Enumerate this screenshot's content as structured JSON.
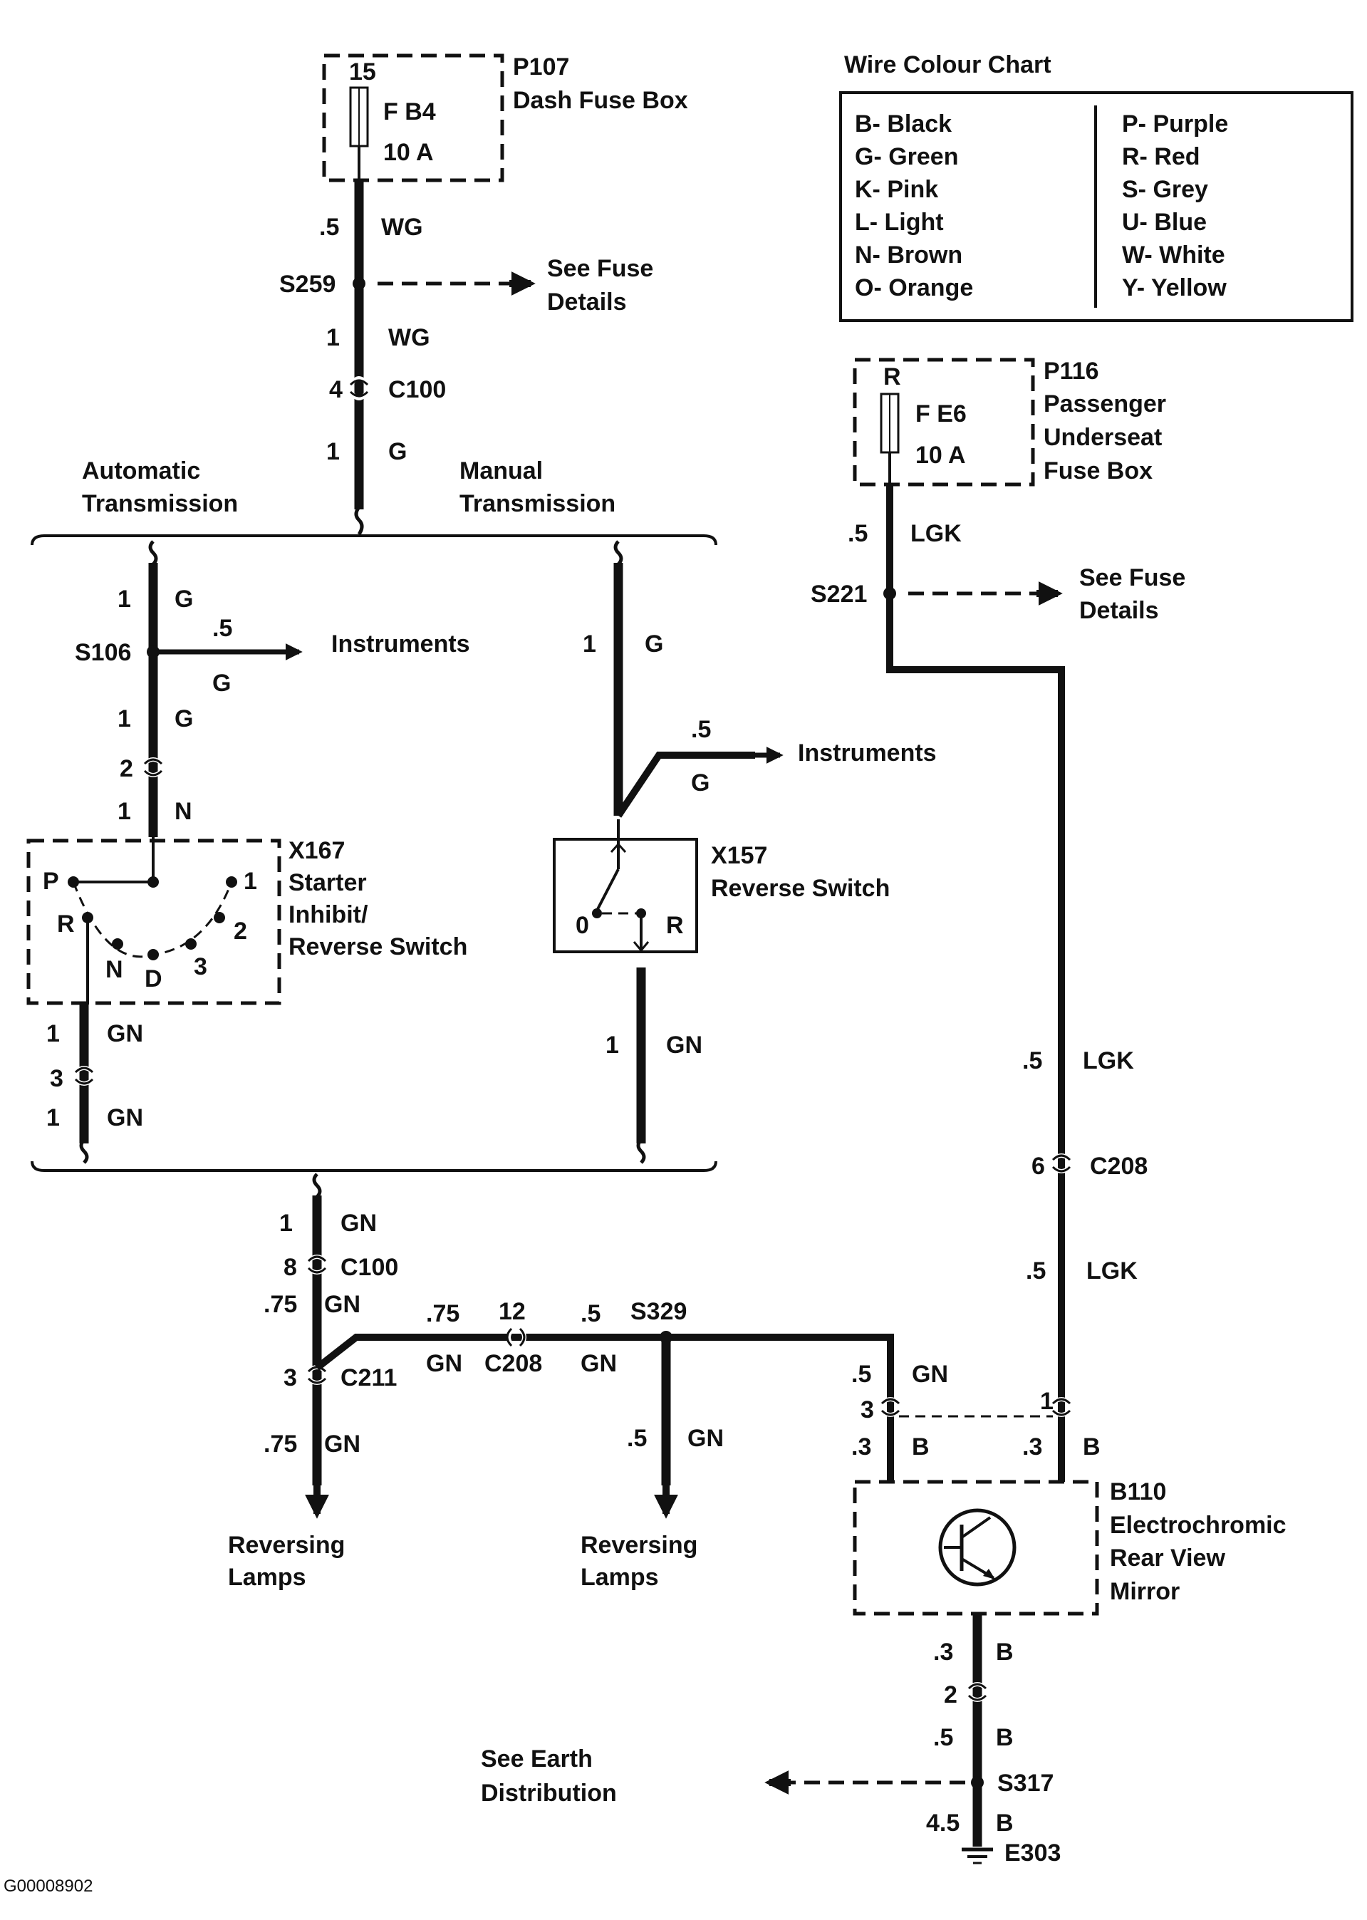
{
  "colour_chart": {
    "title": "Wire Colour Chart",
    "left": [
      "B- Black",
      "G- Green",
      "K- Pink",
      "L- Light",
      "N- Brown",
      "O- Orange"
    ],
    "right": [
      "P- Purple",
      "R- Red",
      "S- Grey",
      "U- Blue",
      "W- White",
      "Y- Yellow"
    ]
  },
  "p107": {
    "id": "P107",
    "name": "Dash Fuse Box",
    "fuse_pin": "15",
    "fuse": "F B4",
    "rating": "10 A"
  },
  "p116": {
    "id": "P116",
    "name1": "Passenger",
    "name2": "Underseat",
    "name3": "Fuse Box",
    "fuse_pin": "R",
    "fuse": "F E6",
    "rating": "10 A"
  },
  "s259": {
    "id": "S259",
    "note1": "See Fuse",
    "note2": "Details"
  },
  "s221": {
    "id": "S221",
    "note1": "See Fuse",
    "note2": "Details"
  },
  "s106": {
    "id": "S106",
    "dest": "Instruments"
  },
  "x157_tap": {
    "dest": "Instruments"
  },
  "sections": {
    "auto1": "Automatic",
    "auto2": "Transmission",
    "manual1": "Manual",
    "manual2": "Transmission"
  },
  "x167": {
    "id": "X167",
    "name1": "Starter",
    "name2": "Inhibit/",
    "name3": "Reverse Switch",
    "positions": {
      "p": "P",
      "r": "R",
      "n": "N",
      "d": "D",
      "three": "3",
      "two": "2",
      "one": "1"
    }
  },
  "x157": {
    "id": "X157",
    "name": "Reverse Switch",
    "pos0": "0",
    "posR": "R"
  },
  "b110": {
    "id": "B110",
    "name1": "Electrochromic",
    "name2": "Rear View",
    "name3": "Mirror"
  },
  "s329": {
    "id": "S329"
  },
  "s317": {
    "id": "S317",
    "note1": "See Earth",
    "note2": "Distribution"
  },
  "e303": {
    "id": "E303"
  },
  "connectors": {
    "c100_top": "C100",
    "c100_bottom": "C100",
    "c211": "C211",
    "c208_left": "C208",
    "c208_right": "C208"
  },
  "loads": {
    "rev1a": "Reversing",
    "rev1b": "Lamps",
    "rev2a": "Reversing",
    "rev2b": "Lamps"
  },
  "labels": {
    "top_05": ".5",
    "top_wg": "WG",
    "mid_1": "1",
    "mid_wg": "WG",
    "pin4": "4",
    "bot_1": "1",
    "bot_g": "G",
    "a1_1": "1",
    "a1_g": "G",
    "s106_05": ".5",
    "s106_g": "G",
    "a2_1": "1",
    "a2_g": "G",
    "pin2": "2",
    "a3_1": "1",
    "a3_n": "N",
    "m1_1": "1",
    "m1_g": "G",
    "m_05": ".5",
    "m_g": "G",
    "a4_1": "1",
    "a4_gn": "GN",
    "pin3": "3",
    "a5_1": "1",
    "a5_gn": "GN",
    "m2_1": "1",
    "m2_gn": "GN",
    "c1": "1",
    "c1_gn": "GN",
    "pin8": "8",
    "c2_075": ".75",
    "c2_gn": "GN",
    "pin3b": "3",
    "c3_075": ".75",
    "c3_gn": "GN",
    "h_075": ".75",
    "h_gn": "GN",
    "pin12": "12",
    "h2_05": ".5",
    "h2_gn": "GN",
    "r_05": ".5",
    "r_gn": "GN",
    "p116_05": ".5",
    "p116_lgk": "LGK",
    "v_05": ".5",
    "v_lgk": "LGK",
    "pin6": "6",
    "v2_05": ".5",
    "v2_lgk": "LGK",
    "b_05": ".5",
    "b_gn": "GN",
    "b_pin3": "3",
    "b_pin1": "1",
    "b_03l": ".3",
    "b_bl": "B",
    "b_03r": ".3",
    "b_br": "B",
    "g_03": ".3",
    "g_b": "B",
    "g_pin2": "2",
    "g_05": ".5",
    "g_b2": "B",
    "g_45": "4.5",
    "g_b3": "B"
  },
  "figure_code": "G00008902"
}
